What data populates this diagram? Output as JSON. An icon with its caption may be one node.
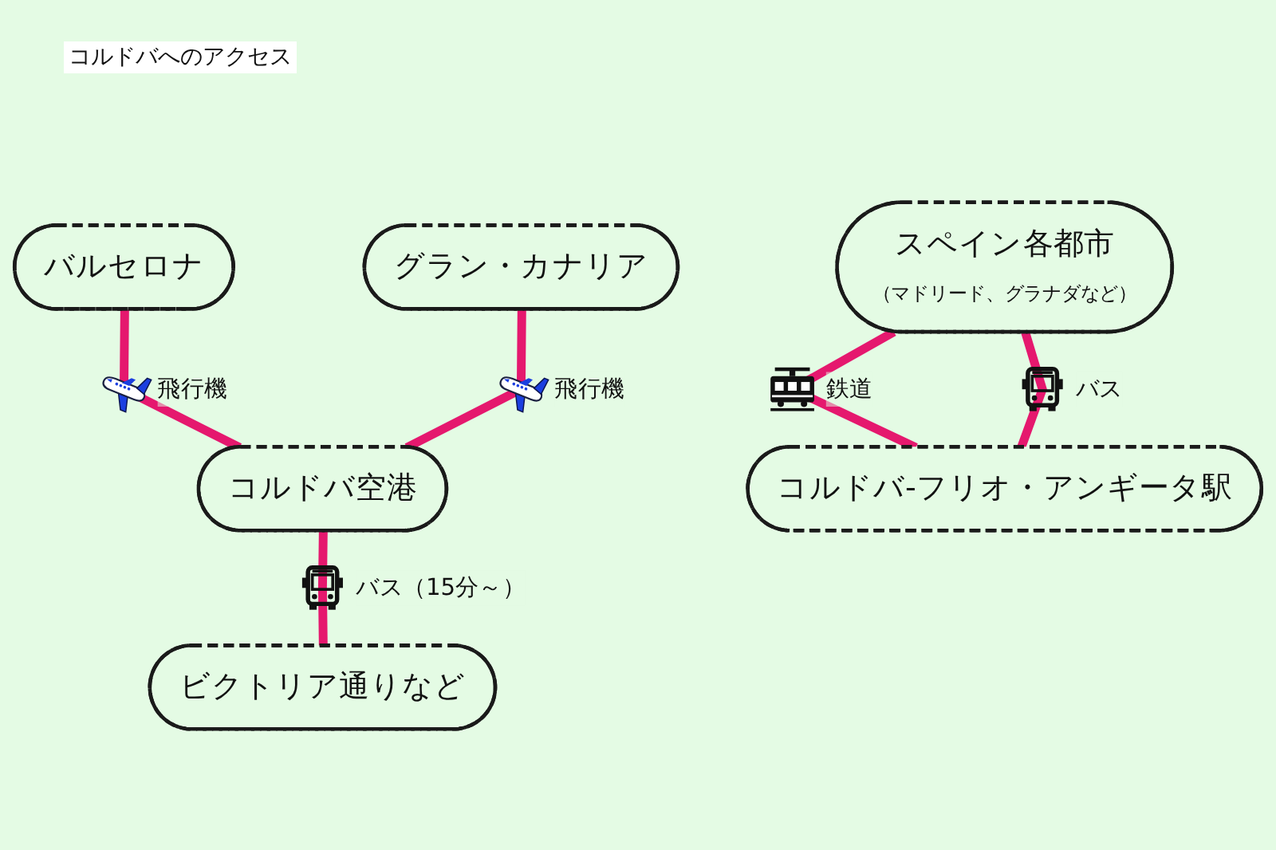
{
  "diagram": {
    "title": "コルドバへのアクセス",
    "nodes": [
      {
        "text": [
          "バルセロナ"
        ]
      },
      {
        "text": [
          "グラン・カナリア"
        ]
      },
      {
        "text": [
          "スペイン各都市",
          "（マドリード、グラナダなど）"
        ]
      },
      {
        "text": [
          "コルドバ空港"
        ]
      },
      {
        "text": [
          "ビクトリア通りなど"
        ]
      },
      {
        "text": [
          "コルドバ-フリオ・アンギータ駅"
        ]
      }
    ],
    "edges": [
      {
        "from": 0,
        "to": 3,
        "arrow": "none",
        "label": "飛行機"
      },
      {
        "from": 1,
        "to": 3,
        "arrow": "none",
        "label": "飛行機"
      },
      {
        "from": 3,
        "to": 4,
        "arrow": "none",
        "label": "バス（15分～）"
      },
      {
        "from": 2,
        "to": 5,
        "arrow": "none",
        "label": "鉄道"
      },
      {
        "from": 2,
        "to": 5,
        "arrow": "none",
        "label": "バス"
      }
    ]
  }
}
